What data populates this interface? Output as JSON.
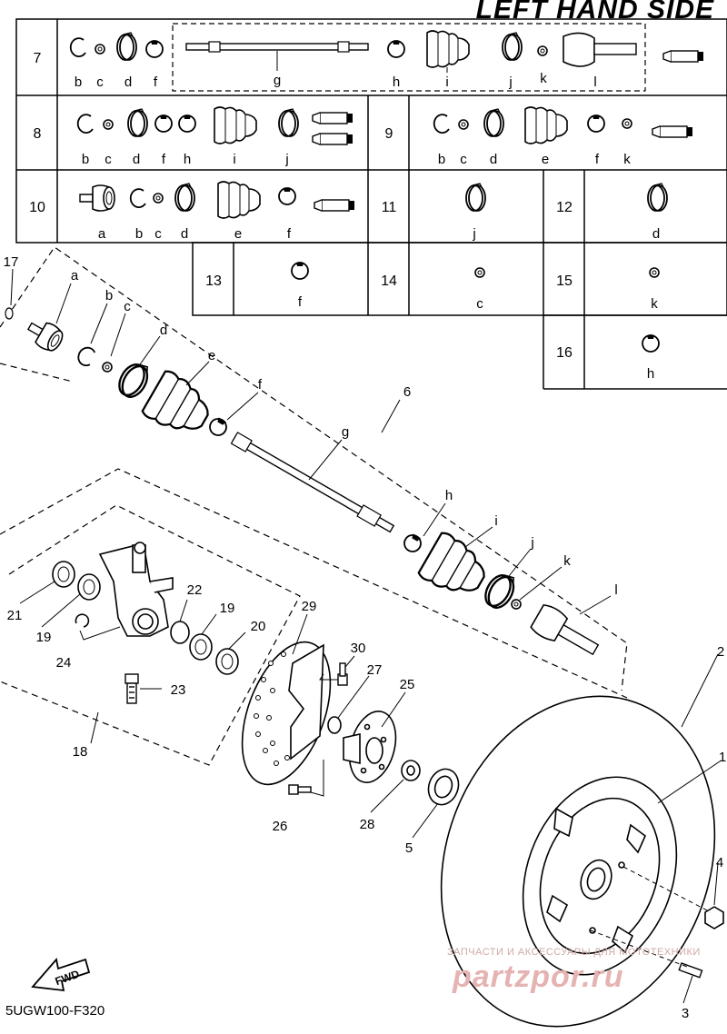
{
  "header": {
    "title": "LEFT HAND SIDE"
  },
  "footer": {
    "code": "5UGW100-F320"
  },
  "watermark": {
    "line1": "ЗАПЧАСТИ И АКСЕССУАРЫ ДЛЯ МОТОТЕХНИКИ",
    "line2": "partzpor.ru"
  },
  "fwd_label": "FWD",
  "table": {
    "rows": [
      {
        "num": "7",
        "letters": [
          "b",
          "c",
          "d",
          "f",
          "g",
          "h",
          "i",
          "j",
          "k",
          "l"
        ]
      },
      {
        "num": "8",
        "letters": [
          "b",
          "c",
          "d",
          "f",
          "h",
          "i",
          "j"
        ]
      },
      {
        "num": "9",
        "letters": [
          "b",
          "c",
          "d",
          "e",
          "f",
          "k"
        ]
      },
      {
        "num": "10",
        "letters": [
          "a",
          "b",
          "c",
          "d",
          "e",
          "f"
        ]
      },
      {
        "num": "11",
        "letters": [
          "j"
        ]
      },
      {
        "num": "12",
        "letters": [
          "d"
        ]
      },
      {
        "num": "13",
        "letters": [
          "f"
        ]
      },
      {
        "num": "14",
        "letters": [
          "c"
        ]
      },
      {
        "num": "15",
        "letters": [
          "k"
        ]
      },
      {
        "num": "16",
        "letters": [
          "h"
        ]
      }
    ]
  },
  "callouts": {
    "n1": "1",
    "n2": "2",
    "n3": "3",
    "n4": "4",
    "n5": "5",
    "n6": "6",
    "n17": "17",
    "n18": "18",
    "n19a": "19",
    "n19b": "19",
    "n20": "20",
    "n21": "21",
    "n22": "22",
    "n23": "23",
    "n24": "24",
    "n25": "25",
    "n26": "26",
    "n27": "27",
    "n28": "28",
    "n29": "29",
    "n30": "30",
    "la": "a",
    "lb": "b",
    "lc": "c",
    "ld": "d",
    "le": "e",
    "lf": "f",
    "lg": "g",
    "lh": "h",
    "li": "i",
    "lj": "j",
    "lk": "k",
    "ll": "l"
  },
  "colors": {
    "line": "#000000",
    "watermark": "#e6b3b3"
  }
}
